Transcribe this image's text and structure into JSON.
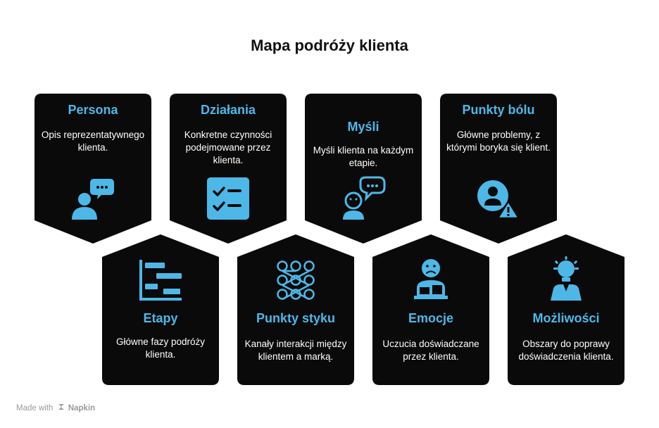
{
  "title": "Mapa podróży klienta",
  "colors": {
    "card_bg": "#0a0a0a",
    "accent": "#4db8e8",
    "text": "#ffffff"
  },
  "cards": [
    {
      "id": "persona",
      "title": "Persona",
      "description": "Opis reprezentatywnego klienta.",
      "icon": "person-speech-bubble-icon"
    },
    {
      "id": "dzialania",
      "title": "Działania",
      "description": "Konkretne czynności podejmowane przez klienta.",
      "icon": "checklist-icon"
    },
    {
      "id": "mysli",
      "title": "Myśli",
      "description": "Myśli klienta na każdym etapie.",
      "icon": "thinking-person-icon"
    },
    {
      "id": "punkty-bolu",
      "title": "Punkty bólu",
      "description": "Główne problemy, z którymi boryka się klient.",
      "icon": "user-warning-icon"
    },
    {
      "id": "etapy",
      "title": "Etapy",
      "description": "Główne fazy podróży klienta.",
      "icon": "gantt-chart-icon"
    },
    {
      "id": "punkty-styku",
      "title": "Punkty styku",
      "description": "Kanały interakcji między klientem a marką.",
      "icon": "network-nodes-icon"
    },
    {
      "id": "emocje",
      "title": "Emocje",
      "description": "Uczucia doświadczane przez klienta.",
      "icon": "sad-person-icon"
    },
    {
      "id": "mozliwosci",
      "title": "Możliwości",
      "description": "Obszary do poprawy doświadczenia klienta.",
      "icon": "lightbulb-person-icon"
    }
  ],
  "footer": {
    "prefix": "Made with",
    "brand": "Napkin"
  }
}
